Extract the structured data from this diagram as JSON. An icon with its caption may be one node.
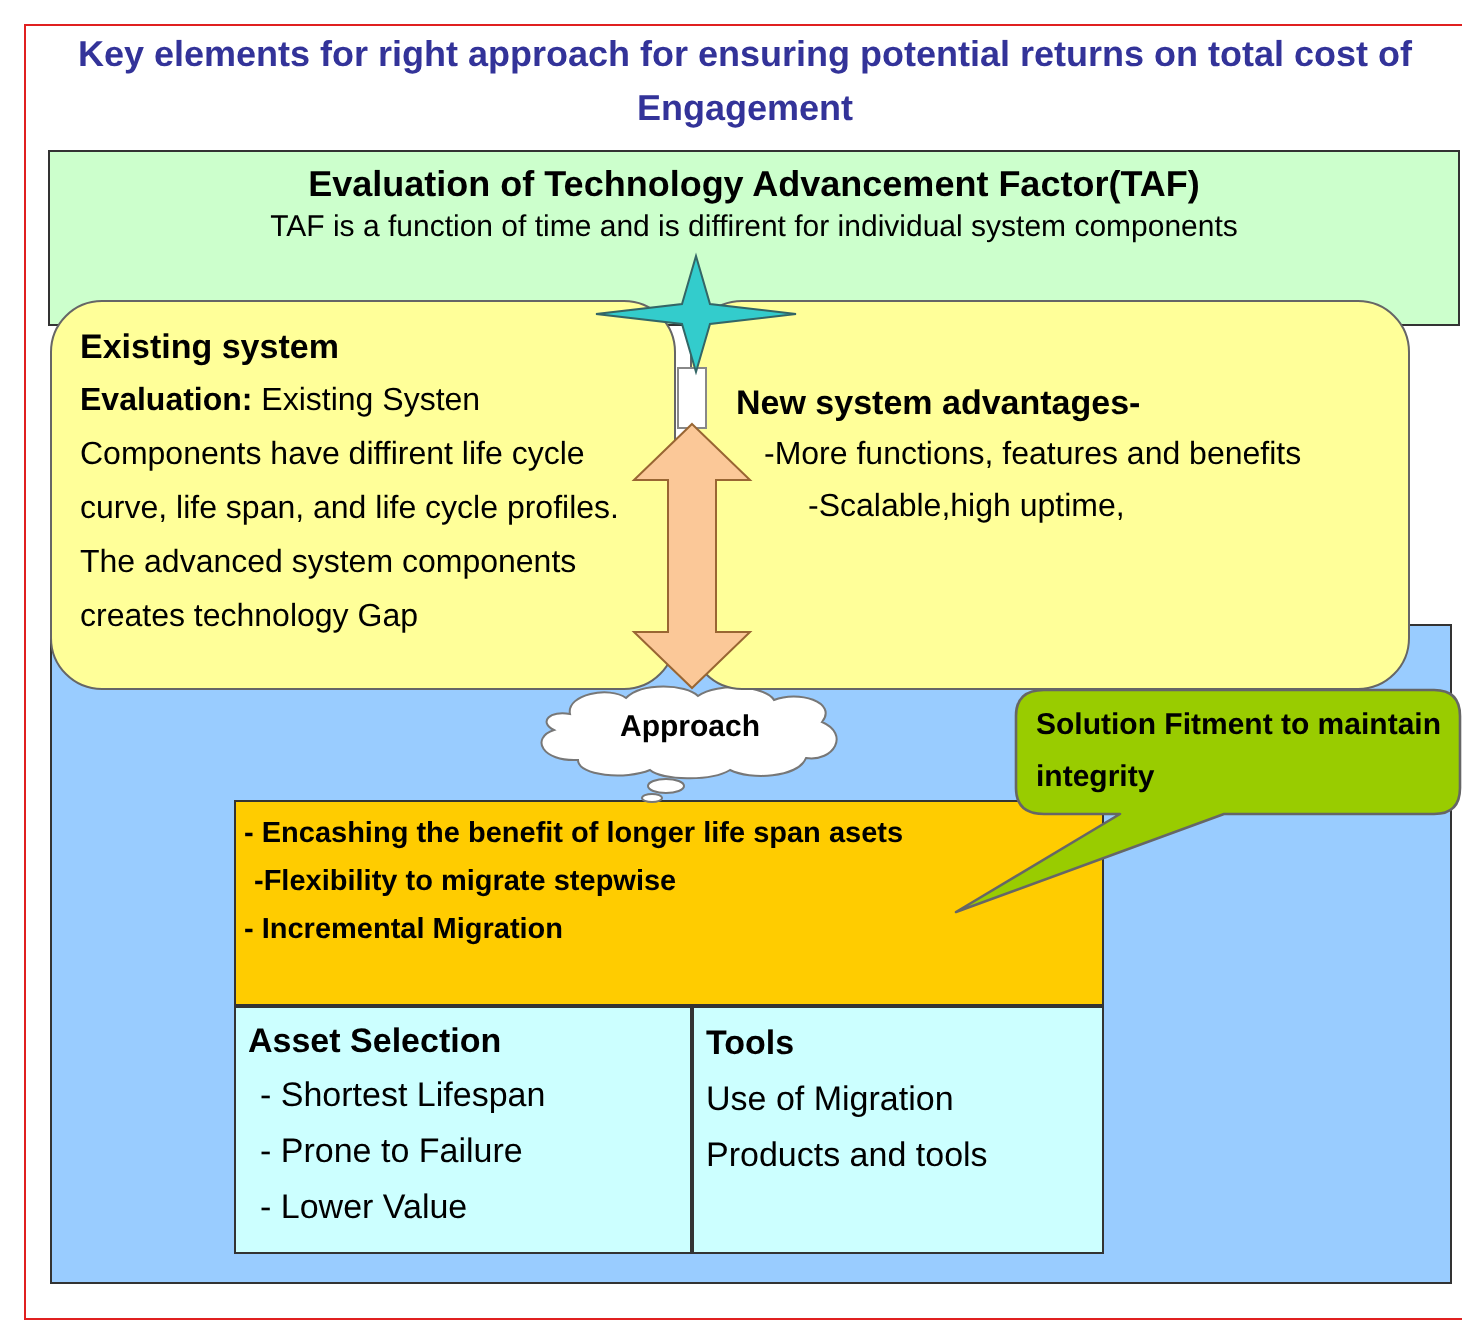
{
  "diagram": {
    "title": "Key elements for right approach for ensuring potential returns on total cost of Engagement",
    "nodes": [
      {
        "text": [
          "Evaluation of Technology Advancement Factor(TAF)",
          "TAF is a function of time and is diffirent for individual system components"
        ]
      },
      {
        "text": [],
        "shape": "box"
      },
      {
        "text": [
          "Existing system",
          "**Evaluation:** Existing Systen Components have diffirent life cycle curve, life span, and life cycle profiles. The advanced system components creates technology Gap"
        ]
      },
      {
        "text": [
          "**New system advantages**-",
          "-More functions, features and benefits",
          "-Scalable,high uptime,"
        ]
      },
      {
        "text": [],
        "shape": "star"
      },
      {
        "text": [
          "Approach"
        ],
        "in": 1
      },
      {
        "text": [
          "Solution Fitment to maintain integrity"
        ],
        "in": 1
      },
      {
        "text": [
          "- Encashing the benefit of longer life span asets",
          "-Flexibility to migrate stepwise",
          "- Incremental Migration"
        ],
        "in": 1
      },
      {
        "text": [
          "Asset Selection",
          "- Shortest Lifespan",
          "- Prone to Failure",
          "- Lower Value"
        ],
        "in": 1
      },
      {
        "text": [
          "Tools",
          "Use of Migration Products and tools"
        ],
        "in": 1
      }
    ],
    "edges": [
      {
        "from": 4,
        "to": 5,
        "arrow": "both",
        "style": "thick",
        "color": "#fbc898"
      }
    ]
  }
}
